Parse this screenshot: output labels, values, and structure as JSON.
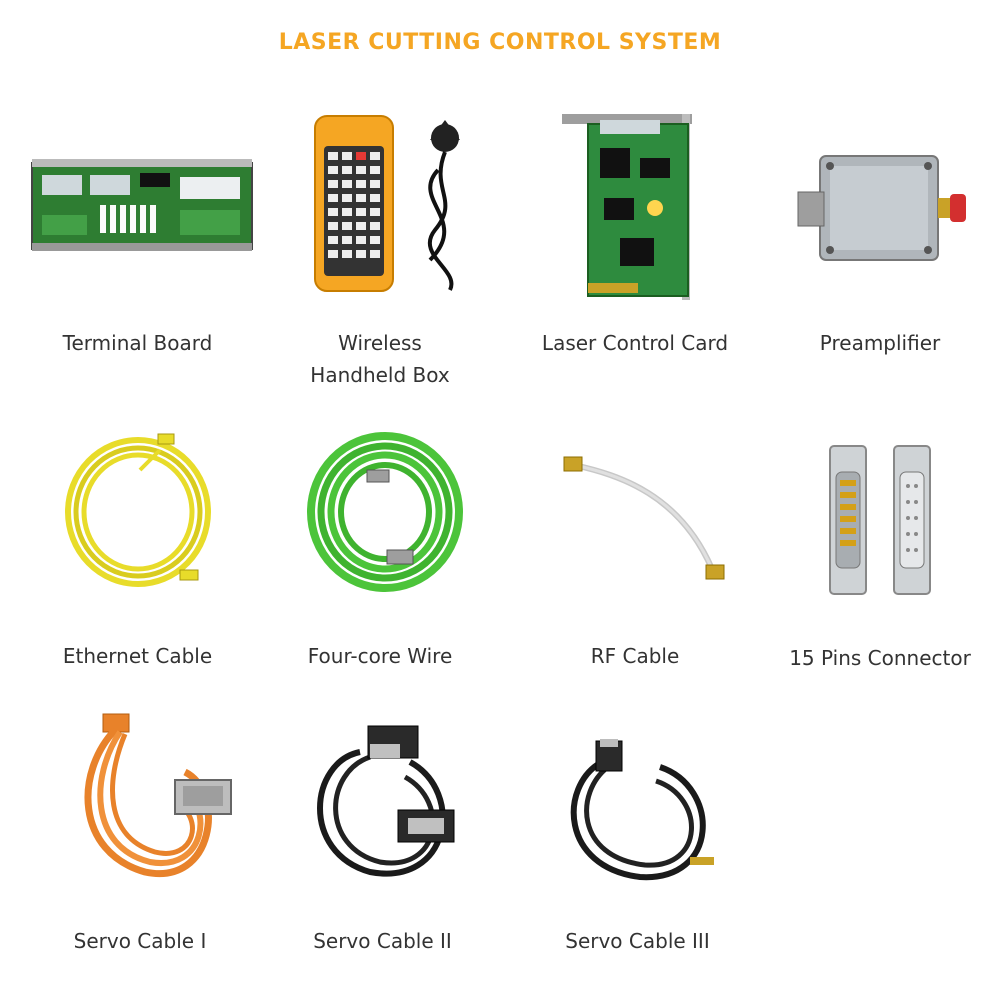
{
  "title": "LASER CUTTING CONTROL SYSTEM",
  "colors": {
    "title": "#f5a623",
    "label": "#333333",
    "pcb": "#2e8b3e",
    "yellow_cable": "#e8dc2a",
    "green_cable": "#4cc43a",
    "orange_cable": "#e8822a",
    "black_cable": "#1a1a1a"
  },
  "products": [
    {
      "label": "Terminal Board",
      "icon": "terminal-board-image"
    },
    {
      "label": "Wireless\nHandheld Box",
      "icon": "wireless-handheld-box-image"
    },
    {
      "label": "Laser Control Card",
      "icon": "laser-control-card-image"
    },
    {
      "label": "Preamplifier",
      "icon": "preamplifier-image"
    },
    {
      "label": "Ethernet Cable",
      "icon": "ethernet-cable-image"
    },
    {
      "label": "Four-core Wire",
      "icon": "four-core-wire-image"
    },
    {
      "label": "RF Cable",
      "icon": "rf-cable-image"
    },
    {
      "label": "15 Pins Connector",
      "icon": "pins-connector-image"
    },
    {
      "label": "Servo Cable Ⅰ",
      "icon": "servo-cable-1-image"
    },
    {
      "label": "Servo Cable II",
      "icon": "servo-cable-2-image"
    },
    {
      "label": "Servo Cable III",
      "icon": "servo-cable-3-image"
    }
  ]
}
